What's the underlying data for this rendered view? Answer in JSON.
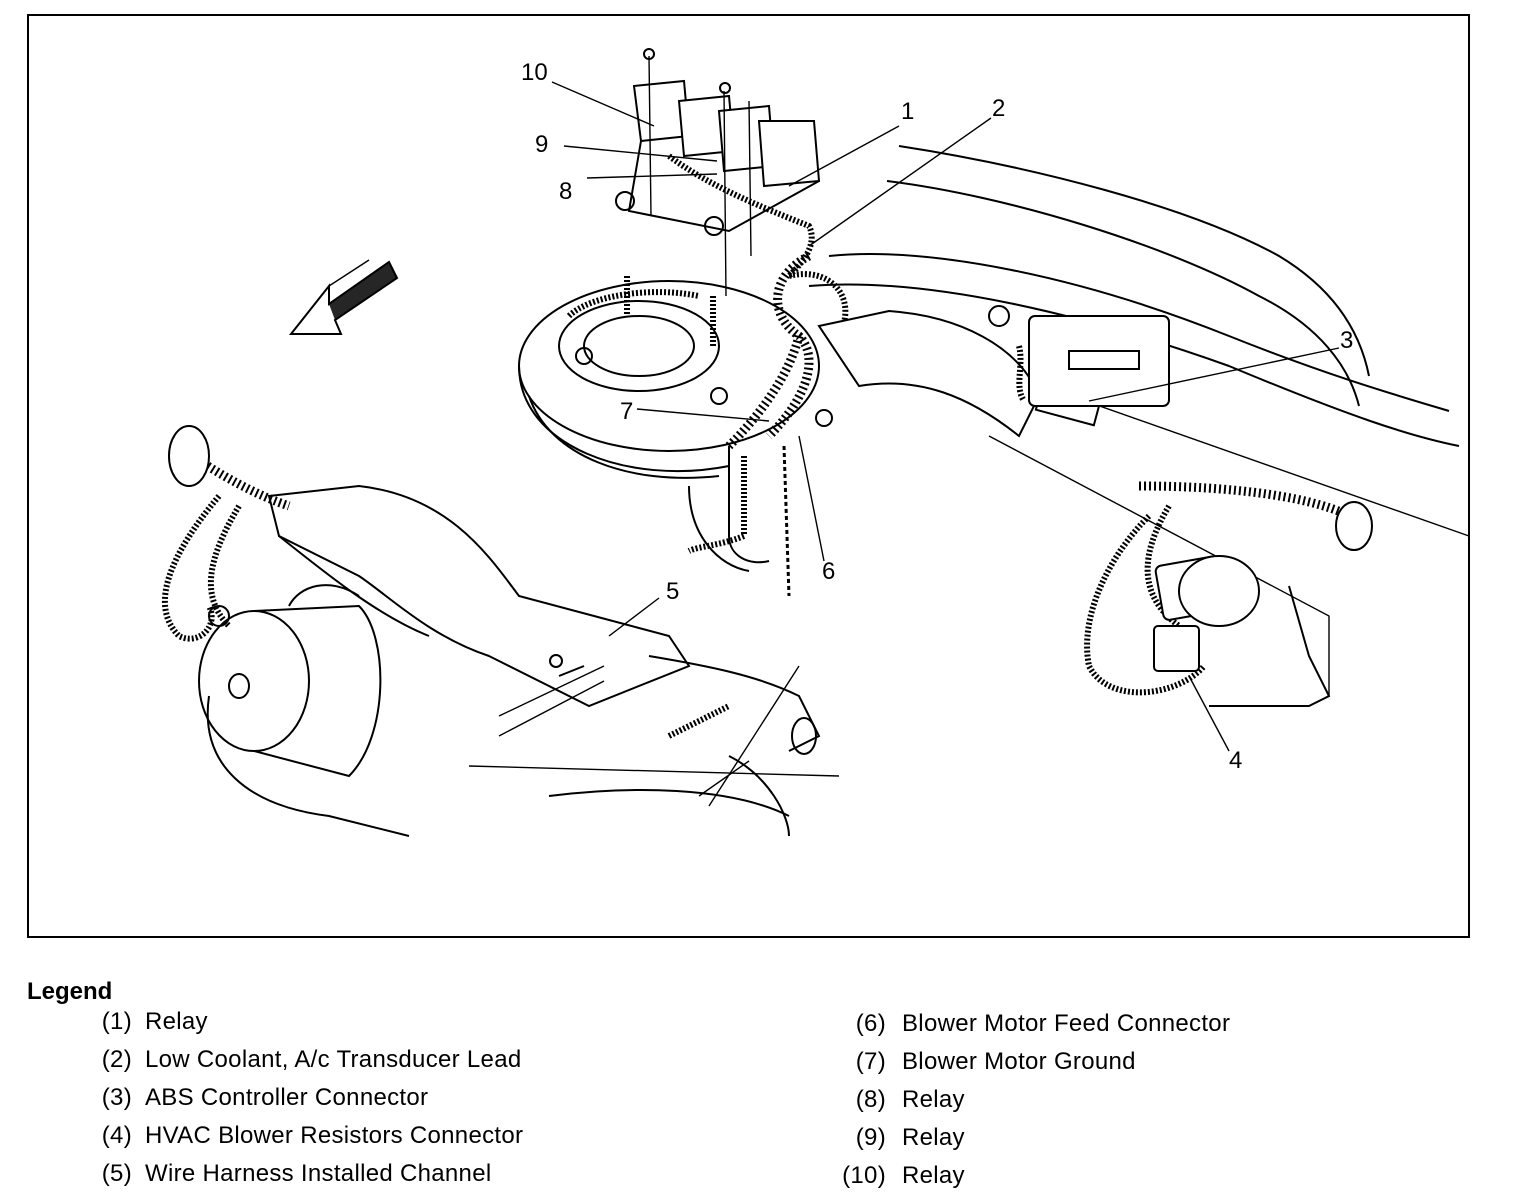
{
  "callouts": [
    "1",
    "2",
    "3",
    "4",
    "5",
    "6",
    "7",
    "8",
    "9",
    "10"
  ],
  "legend": {
    "title": "Legend",
    "items": [
      {
        "num": "(1)",
        "text": "Relay"
      },
      {
        "num": "(2)",
        "text": "Low Coolant, A/c Transducer Lead"
      },
      {
        "num": "(3)",
        "text": "ABS Controller Connector"
      },
      {
        "num": "(4)",
        "text": "HVAC Blower Resistors Connector"
      },
      {
        "num": "(5)",
        "text": "Wire Harness Installed Channel"
      },
      {
        "num": "(6)",
        "text": "Blower Motor Feed Connector"
      },
      {
        "num": "(7)",
        "text": "Blower Motor Ground"
      },
      {
        "num": "(8)",
        "text": "Relay"
      },
      {
        "num": "(9)",
        "text": "Relay"
      },
      {
        "num": "(10)",
        "text": "Relay"
      }
    ]
  }
}
